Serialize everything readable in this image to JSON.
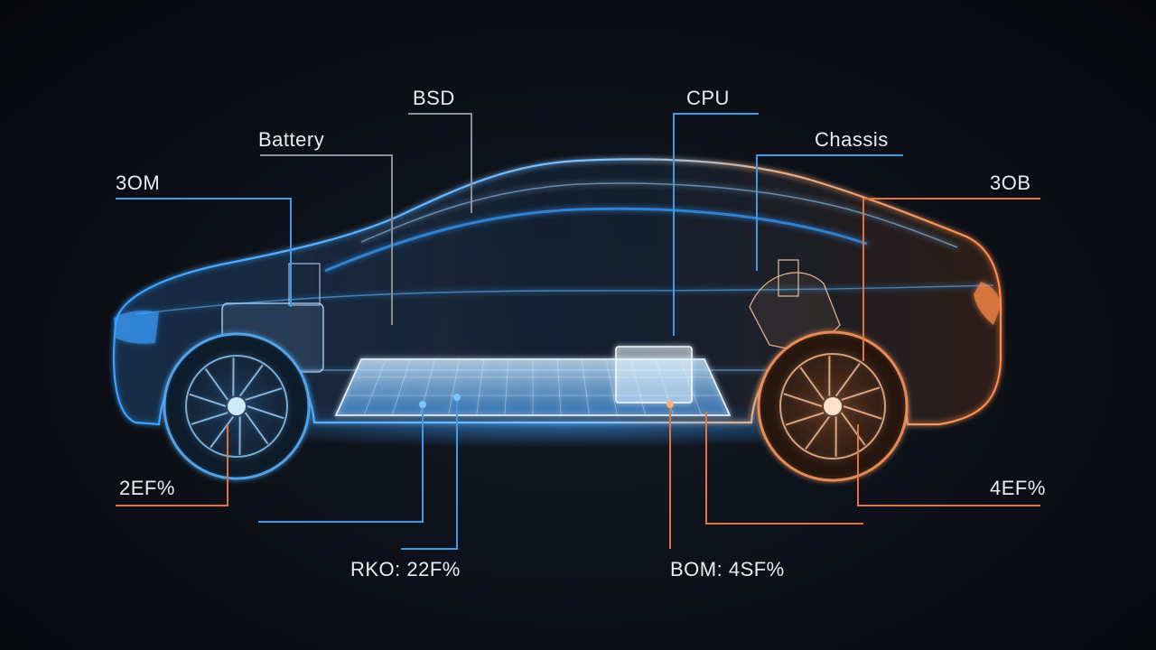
{
  "labels": {
    "top_left_component": "BSD",
    "top_right_component": "CPU",
    "left_upper": "Battery",
    "right_upper": "Chassis",
    "left_mid": "3OM",
    "right_mid": "3OB",
    "left_lower": "2EF%",
    "right_lower": "4EF%",
    "bottom_left": "RKO: 22F%",
    "bottom_right": "BOM: 4SF%"
  },
  "colors": {
    "background": "#0b0d12",
    "front_glow": "#3aa0ff",
    "rear_glow": "#ff8a4a",
    "label_text": "#e9edf2",
    "leader_blue": "#3f9be6",
    "leader_orange": "#e2743a",
    "leader_gray": "#8a8f99"
  }
}
